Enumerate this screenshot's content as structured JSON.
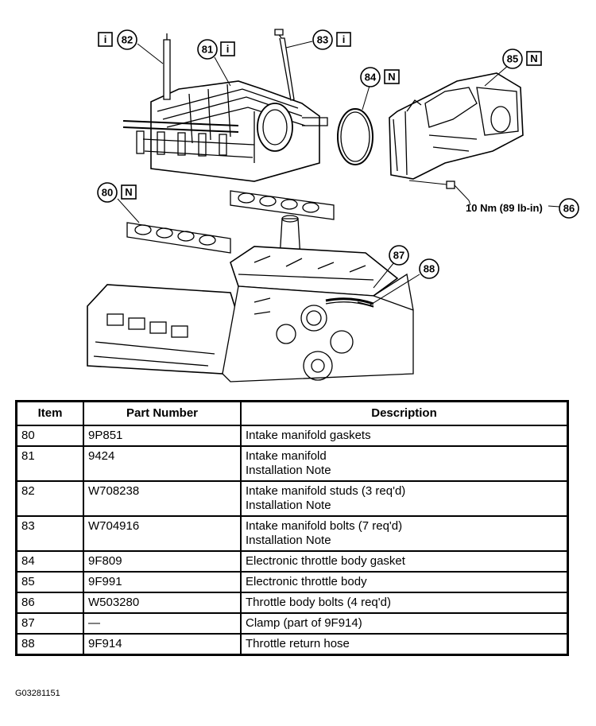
{
  "callouts": {
    "c80": "80",
    "c81": "81",
    "c82": "82",
    "c83": "83",
    "c84": "84",
    "c85": "85",
    "c86": "86",
    "c87": "87",
    "c88": "88"
  },
  "badges": {
    "info": "i",
    "new": "N"
  },
  "torque": "10 Nm (89 lb-in)",
  "table": {
    "headers": {
      "item": "Item",
      "part": "Part Number",
      "desc": "Description"
    },
    "rows": [
      {
        "item": "80",
        "part": "9P851",
        "desc": [
          "Intake manifold gaskets"
        ]
      },
      {
        "item": "81",
        "part": "9424",
        "desc": [
          "Intake manifold",
          "Installation Note"
        ]
      },
      {
        "item": "82",
        "part": "W708238",
        "desc": [
          "Intake manifold studs (3 req'd)",
          "Installation Note"
        ]
      },
      {
        "item": "83",
        "part": "W704916",
        "desc": [
          "Intake manifold bolts (7 req'd)",
          "Installation Note"
        ]
      },
      {
        "item": "84",
        "part": "9F809",
        "desc": [
          "Electronic throttle body gasket"
        ]
      },
      {
        "item": "85",
        "part": "9F991",
        "desc": [
          "Electronic throttle body"
        ]
      },
      {
        "item": "86",
        "part": "W503280",
        "desc": [
          "Throttle body bolts (4 req'd)"
        ]
      },
      {
        "item": "87",
        "part": "—",
        "desc": [
          "Clamp (part of 9F914)"
        ]
      },
      {
        "item": "88",
        "part": "9F914",
        "desc": [
          "Throttle return hose"
        ]
      }
    ]
  },
  "figure_code": "G03281151"
}
